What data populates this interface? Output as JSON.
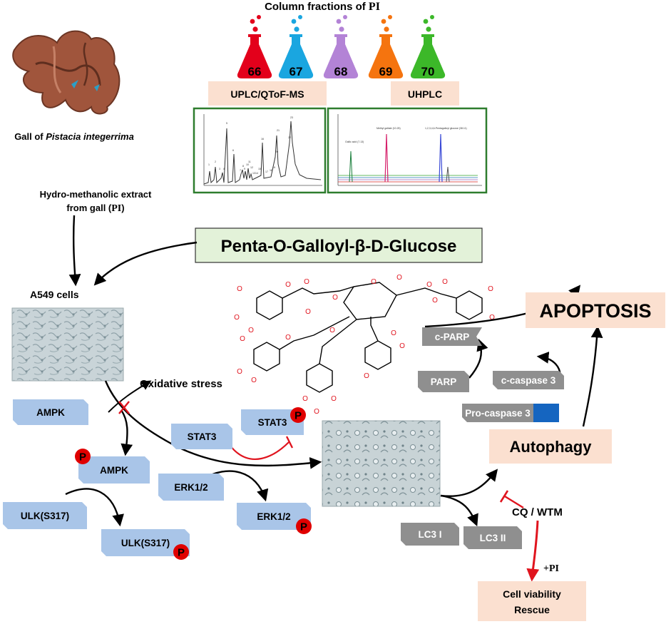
{
  "colors": {
    "flask_66": "#e3001b",
    "flask_67": "#1aa6e0",
    "flask_68": "#b383d6",
    "flask_69": "#f5740f",
    "flask_70": "#3cb829",
    "blue_box": "#a9c5e8",
    "gray_box": "#8f8f8f",
    "peach_box": "#fbe0d0",
    "green_box": "#e3f2d9",
    "green_border": "#2e7d2e",
    "phospho": "#e00000",
    "inhibit": "#e0141e"
  },
  "header": {
    "title_prefix": "Column fractions of ",
    "title_pi": "PI"
  },
  "fractions": [
    "66",
    "67",
    "68",
    "69",
    "70"
  ],
  "methods": {
    "uplc": "UPLC/QToF-MS",
    "uhplc": "UHPLC"
  },
  "source": {
    "gall_prefix": "Gall of ",
    "gall_species": "Pistacia integerrima",
    "extract_line1": "Hydro-methanolic extract",
    "extract_line2_prefix": "from gall (",
    "extract_pi": "PI",
    "extract_line2_suffix": ")"
  },
  "compound": "Penta-O-Galloyl-β-D-Glucose",
  "cells_label": "A549 cells",
  "oxidative_stress": "Oxidative stress",
  "phospho_label": "P",
  "proteins": {
    "ampk": "AMPK",
    "ampk_p": "AMPK",
    "ulk": "ULK(S317)",
    "ulk_p": "ULK(S317)",
    "stat3": "STAT3",
    "stat3_p": "STAT3",
    "erk": "ERK1/2",
    "erk_p": "ERK1/2",
    "parp": "PARP",
    "c_parp": "c-PARP",
    "c_caspase": "c-caspase 3",
    "pro_caspase": "Pro-caspase 3",
    "lc3_1": "LC3 I",
    "lc3_2": "LC3 II"
  },
  "outcomes": {
    "apoptosis": "APOPTOSIS",
    "autophagy": "Autophagy",
    "inhibitor": "CQ / WTM",
    "plus_pi": "+PI",
    "rescue_line1": "Cell viability",
    "rescue_line2": "Rescue"
  },
  "chromatogram1_peaks": [
    "1",
    "2",
    "3",
    "4",
    "5",
    "6",
    "7",
    "8",
    "9",
    "10",
    "11",
    "12",
    "13",
    "14",
    "15",
    "16",
    "17",
    "18",
    "19",
    "20",
    "21",
    "22",
    "23"
  ],
  "chromatogram2_labels": [
    "Gallic acid (7.13)",
    "Methyl gallate (10.25)",
    "1,2,3,4,6-Pentagalloyl glucose (38.11)"
  ]
}
